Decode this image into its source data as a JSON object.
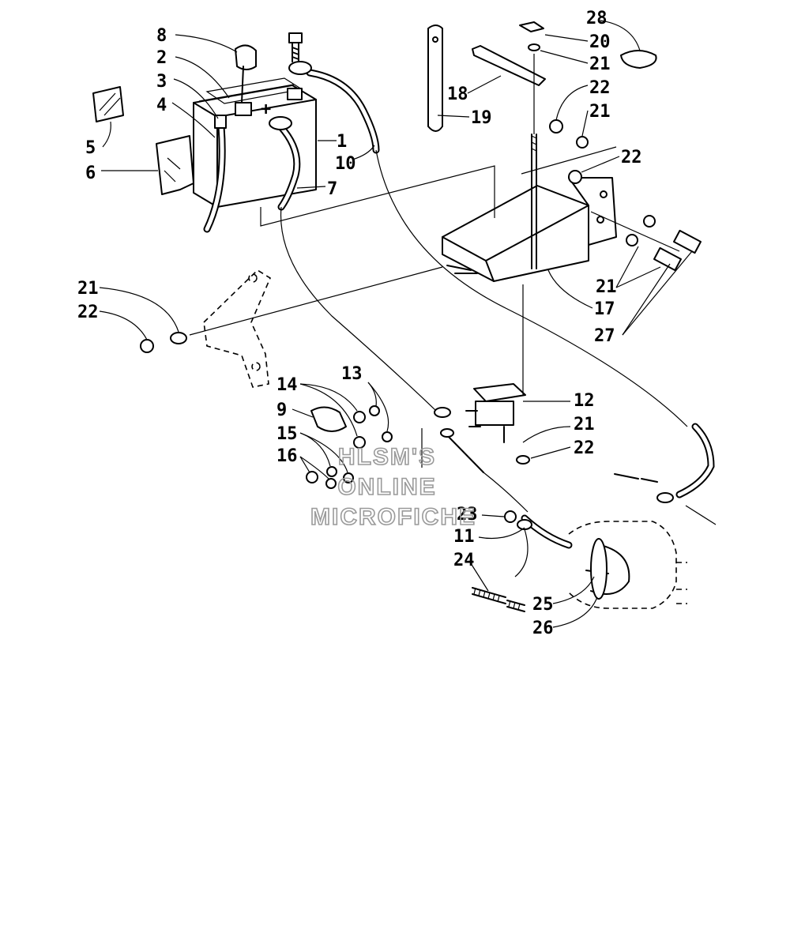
{
  "callouts": {
    "c1": "1",
    "c2": "2",
    "c3": "3",
    "c4": "4",
    "c5": "5",
    "c6": "6",
    "c7": "7",
    "c8": "8",
    "c9": "9",
    "c10": "10",
    "c11": "11",
    "c12": "12",
    "c13": "13",
    "c14": "14",
    "c15": "15",
    "c16": "16",
    "c17": "17",
    "c18": "18",
    "c19": "19",
    "c20": "20",
    "c21a": "21",
    "c21b": "21",
    "c21c": "21",
    "c21d": "21",
    "c21e": "21",
    "c22a": "22",
    "c22b": "22",
    "c22c": "22",
    "c22d": "22",
    "c23": "23",
    "c24": "24",
    "c25": "25",
    "c26": "26",
    "c27": "27",
    "c28": "28"
  },
  "watermark": {
    "line1": "HLSM'S",
    "line2": "ONLINE",
    "line3": "MICROFICHE"
  }
}
